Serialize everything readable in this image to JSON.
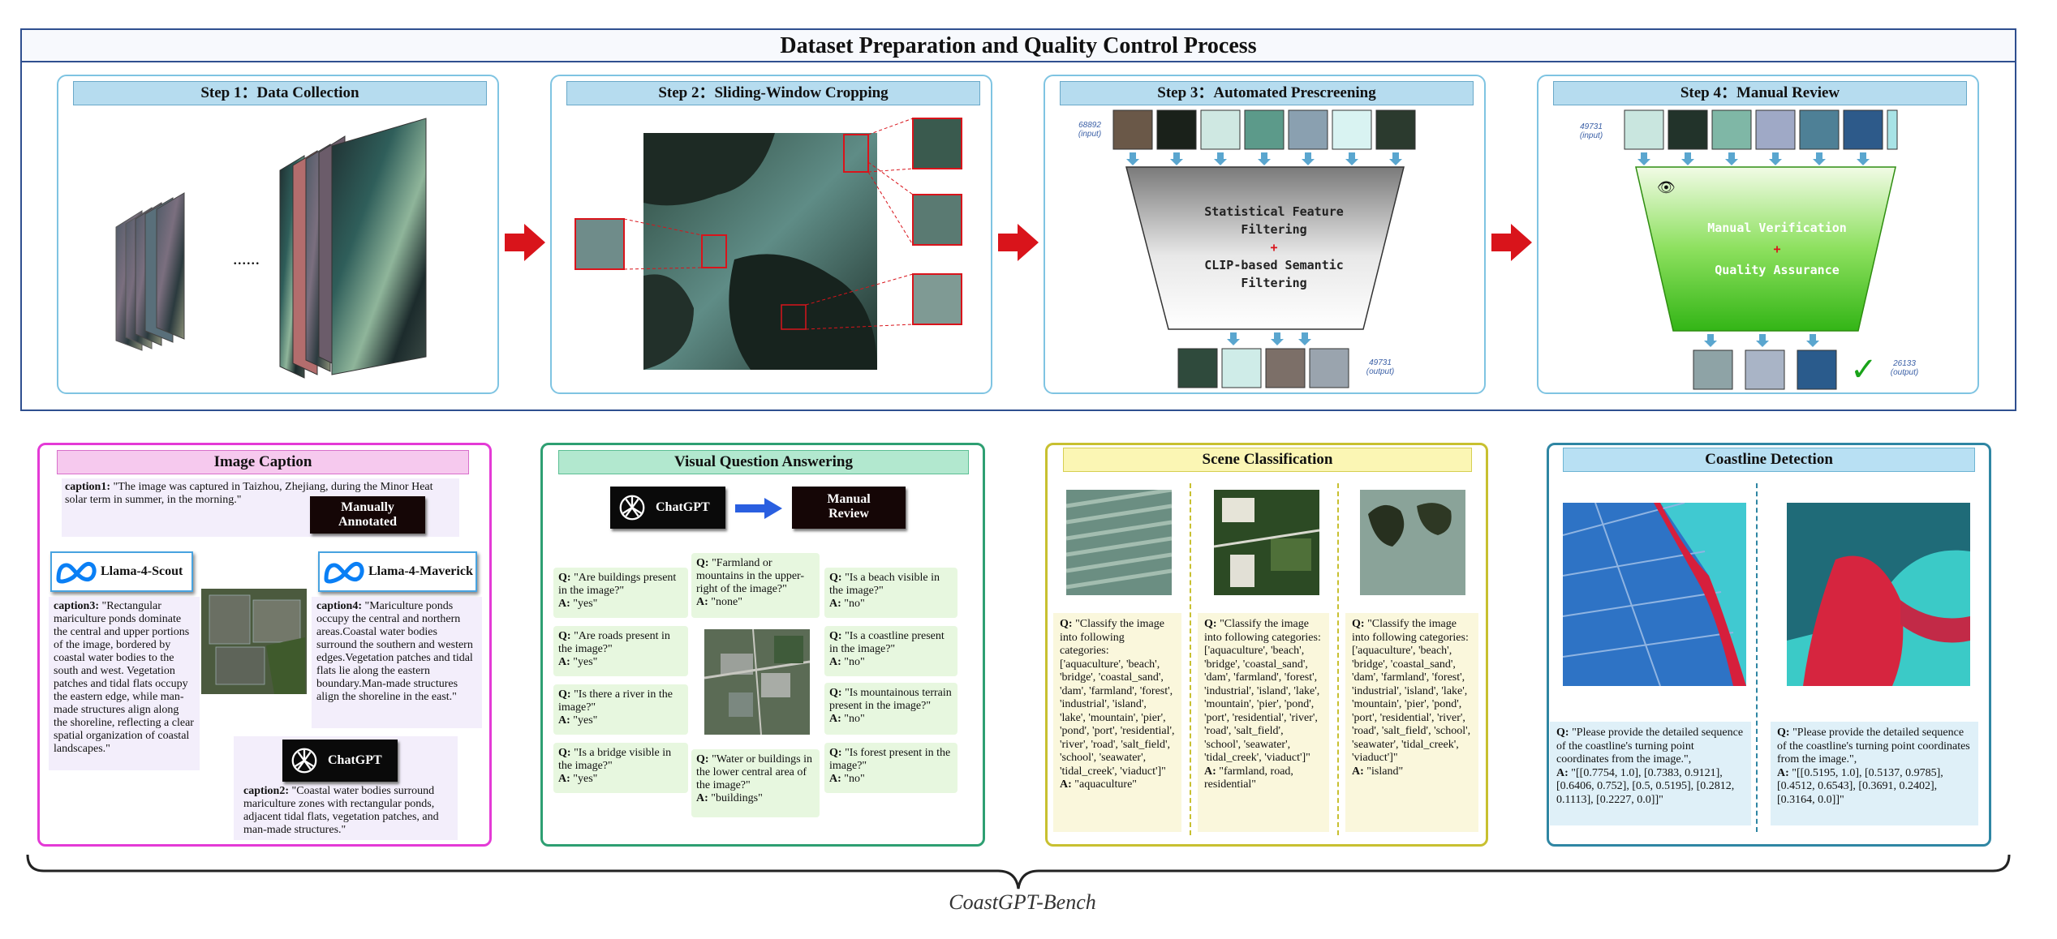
{
  "title": "Dataset Preparation and Quality Control Process",
  "steps": [
    {
      "label": "Step 1：Data Collection"
    },
    {
      "label": "Step 2：Sliding-Window Cropping"
    },
    {
      "label": "Step 3：Automated Prescreening"
    },
    {
      "label": "Step 4：Manual Review"
    }
  ],
  "step1": {
    "ellipsis": "......"
  },
  "step3": {
    "input_count": "68892",
    "input_tag": "(input)",
    "output_count": "49731",
    "output_tag": "(output)",
    "funnel_line1": "Statistical Feature",
    "funnel_line2": "Filtering",
    "funnel_plus": "+",
    "funnel_line3": "CLIP-based Semantic",
    "funnel_line4": "Filtering"
  },
  "step4": {
    "input_count": "49731",
    "input_tag": "(input)",
    "output_count": "26133",
    "output_tag": "(output)",
    "funnel_line1": "Manual Verification",
    "funnel_plus": "+",
    "funnel_line2": "Quality Assurance",
    "check": "✓",
    "eye": "👁"
  },
  "caption": {
    "header": "Image Caption",
    "caption1_label": "caption1:",
    "caption1_text": " \"The image was captured in Taizhou, Zhejiang, during the Minor Heat solar term in summer, in the morning.\"",
    "manual_line1": "Manually",
    "manual_line2": "Annotated",
    "scout_label": "Llama-4-Scout",
    "maverick_label": "Llama-4-Maverick",
    "caption3_label": "caption3:",
    "caption3_text": " \"Rectangular mariculture ponds dominate the central and upper portions of the image, bordered by coastal water bodies to the south and west. Vegetation patches and tidal flats occupy the eastern edge, while man-made structures align along the shoreline, reflecting a clear spatial organization of coastal landscapes.\"",
    "caption4_label": "caption4:",
    "caption4_text": " \"Mariculture ponds occupy the central and northern areas.Coastal water bodies surround the southern and western edges.Vegetation patches and tidal flats lie along the eastern boundary.Man-made structures align the shoreline in the east.\"",
    "chatgpt_label": "ChatGPT",
    "caption2_label": "caption2:",
    "caption2_text": " \"Coastal water bodies surround mariculture zones with rectangular ponds, adjacent tidal flats, vegetation patches, and man-made structures.\""
  },
  "vqa": {
    "header": "Visual Question Answering",
    "chatgpt_label": "ChatGPT",
    "review_line1": "Manual",
    "review_line2": "Review",
    "left": [
      {
        "q": "\"Are buildings present in the image?\"",
        "a": "\"yes\""
      },
      {
        "q": "\"Are roads present in the image?\"",
        "a": "\"yes\""
      },
      {
        "q": "\"Is there a river in the image?\"",
        "a": "\"yes\""
      },
      {
        "q": "\"Is a bridge visible in the image?\"",
        "a": "\"yes\""
      }
    ],
    "middle_top": {
      "q": "\"Farmland or mountains in the upper-right of the image?\"",
      "a": "\"none\""
    },
    "middle_bottom": {
      "q": "\"Water or buildings in the lower central area of the image?\"",
      "a": "\"buildings\""
    },
    "right": [
      {
        "q": "\"Is a beach visible in the image?\"",
        "a": "\"no\""
      },
      {
        "q": "\"Is a coastline present in the image?\"",
        "a": "\"no\""
      },
      {
        "q": "\"Is mountainous terrain present in the image?\"",
        "a": "\"no\""
      },
      {
        "q": "\"Is forest present in the image?\"",
        "a": "\"no\""
      }
    ],
    "q_prefix": "Q:",
    "a_prefix": "A:"
  },
  "scene": {
    "header": "Scene Classification",
    "question": "\"Classify the image into following categories: ['aquaculture', 'beach', 'bridge', 'coastal_sand', 'dam', 'farmland', 'forest', 'industrial', 'island', 'lake', 'mountain', 'pier', 'pond', 'port', 'residential', 'river', 'road', 'salt_field', 'school', 'seawater', 'tidal_creek', 'viaduct']\"",
    "answers": [
      "\"aquaculture\"",
      "\"farmland, road, residential\"",
      "\"island\""
    ],
    "q_prefix": "Q:",
    "a_prefix": "A:"
  },
  "coast": {
    "header": "Coastline Detection",
    "question": "\"Please provide the detailed sequence of the coastline's turning point coordinates from the image.\",",
    "answers": [
      "\"[[0.7754, 1.0], [0.7383, 0.9121], [0.6406, 0.752], [0.5, 0.5195], [0.2812, 0.1113], [0.2227, 0.0]]\"",
      "\"[[0.5195, 1.0], [0.5137, 0.9785], [0.4512, 0.6543], [0.3691, 0.2402], [0.3164, 0.0]]\""
    ],
    "q_prefix": "Q:",
    "a_prefix": "A:"
  },
  "bench_label": "CoastGPT-Bench",
  "colors": {
    "frame": "#2f4f8f",
    "step_border": "#7fc4e2",
    "red_arrow": "#d9141b",
    "caption_border": "#e43ad6",
    "vqa_border": "#2e9f72",
    "scene_border": "#c8c030",
    "coast_border": "#2f86a3",
    "funnel_gray": "#8f8f8f",
    "funnel_green": "#3cc61b"
  }
}
